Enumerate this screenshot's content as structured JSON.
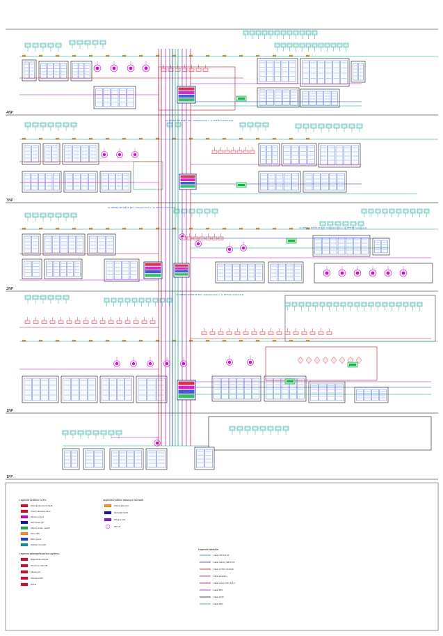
{
  "floors": [
    {
      "label": "4NP"
    },
    {
      "label": "3NP"
    },
    {
      "label": "2NP"
    },
    {
      "label": "1NP"
    },
    {
      "label": "1PP"
    }
  ],
  "notes": [
    {
      "text": "2x OPTIKA SM 9/125 12Č, zaslepkovaná + 1x UTP 6A nastravená",
      "color": "#1a4fd6"
    },
    {
      "text": "2x OPTIKA SM 9/125 12Č, zaslepkovaná + 1x UTP 6A nastravená",
      "color": "#1a4fd6"
    },
    {
      "text": "2x OPTIKA SM 9/125 12Č, zaslepkovaná + 1x UTP 6A nastravená",
      "color": "#1a4fd6"
    },
    {
      "text": "2x OPTIKA SM 9/125 12Č, zaslepkovaná + 1x UTP 6A nastravená",
      "color": "#1a4fd6"
    }
  ],
  "legend_groups": [
    {
      "title": "Legenda systému CCTV:",
      "items": [
        "Datová zásuvka 2x RJ45",
        "Chytrý zásuvkový box",
        "Kamerový bod",
        "Skříň RACK 19\"",
        "Aktivní prvek - switch",
        "Zdroj UPS",
        "Patch panel",
        "Optický rozvaděč"
      ]
    },
    {
      "title": "Legenda zabezpečovacího systému:",
      "items": [
        "Magnetický kontakt",
        "Pohybové čidlo PIR",
        "Klávesnice",
        "Ústředna EZS",
        "Siréna"
      ]
    },
    {
      "title": "Legenda systému datových rozvodů",
      "items": [
        "Datová zásuvka",
        "Rozvaděč RACK",
        "Přípojný bod",
        "WiFi AP"
      ]
    },
    {
      "title": "Legenda kabeláže:",
      "items": [
        "Kabel UTP Cat.6A",
        "Kabel optický SM 9/125",
        "Kabel J-Y(St)Y 2x2x0,8",
        "Kabel koaxiální",
        "Kabel silový CYKY 3x1,5",
        "Kabel EZS",
        "Kabel CCTV",
        "Kabel KNX"
      ]
    }
  ],
  "colors": {
    "red": "#d01030",
    "crimson": "#b0003a",
    "magenta": "#d000c8",
    "blue": "#1d3fd0",
    "navy": "#0b1e8a",
    "green": "#16b04a",
    "teal": "#0e9a90",
    "orange": "#e59a1a",
    "purple": "#7a22c8",
    "grey": "#555555"
  }
}
